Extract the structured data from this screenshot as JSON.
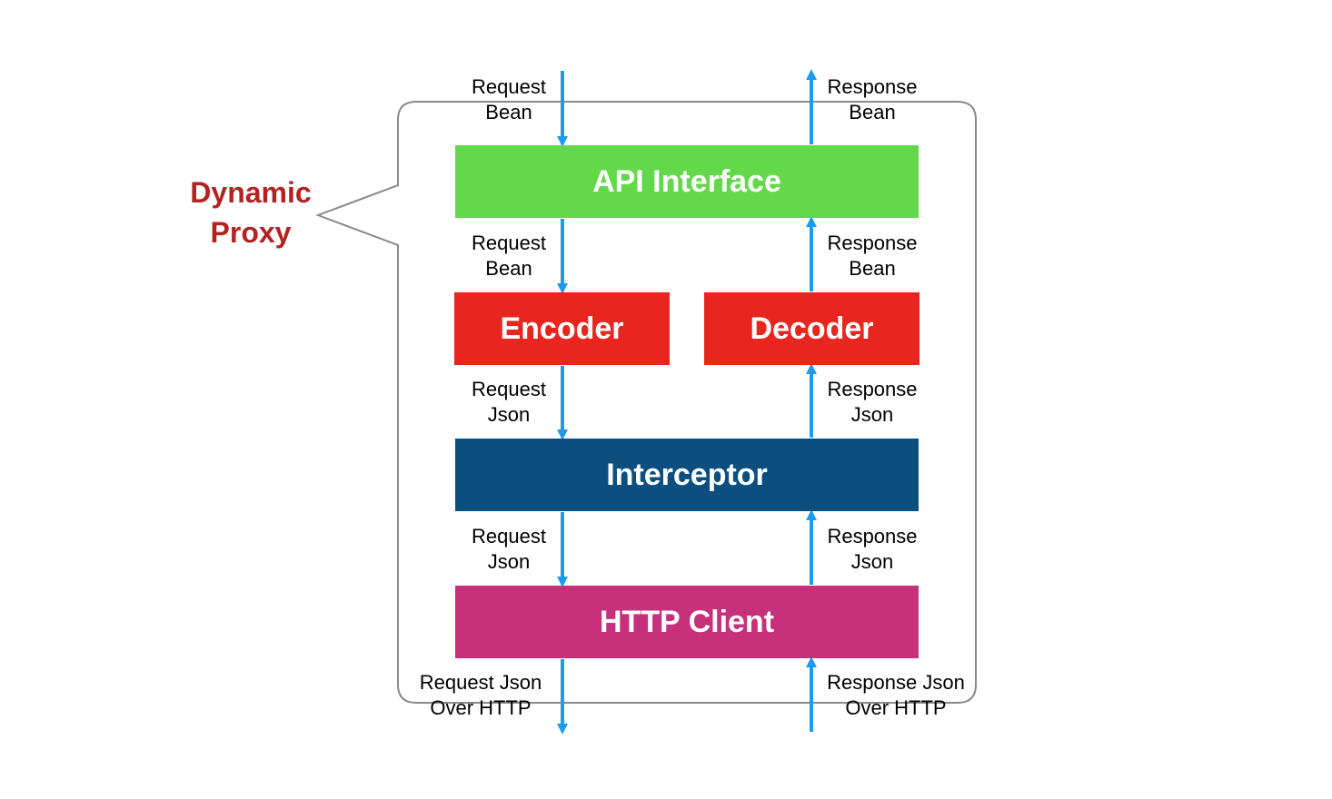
{
  "callout": {
    "line1": "Dynamic",
    "line2": "Proxy"
  },
  "boxes": {
    "api": {
      "label": "API Interface",
      "color": "#63d84a"
    },
    "encoder": {
      "label": "Encoder",
      "color": "#e8261f"
    },
    "decoder": {
      "label": "Decoder",
      "color": "#e8261f"
    },
    "interceptor": {
      "label": "Interceptor",
      "color": "#0c4f7f"
    },
    "http": {
      "label": "HTTP Client",
      "color": "#c7307a"
    }
  },
  "arrow_color": "#1e9bf0",
  "labels": {
    "req_in": [
      "Request",
      "Bean"
    ],
    "resp_out": [
      "Response",
      "Bean"
    ],
    "req_api_enc": [
      "Request",
      "Bean"
    ],
    "resp_dec_api": [
      "Response",
      "Bean"
    ],
    "req_enc_int": [
      "Request",
      "Json"
    ],
    "resp_int_dec": [
      "Response",
      "Json"
    ],
    "req_int_http": [
      "Request",
      "Json"
    ],
    "resp_http_int": [
      "Response",
      "Json"
    ],
    "req_out": [
      "Request Json",
      "Over HTTP"
    ],
    "resp_in": [
      "Response Json",
      "Over HTTP"
    ]
  }
}
